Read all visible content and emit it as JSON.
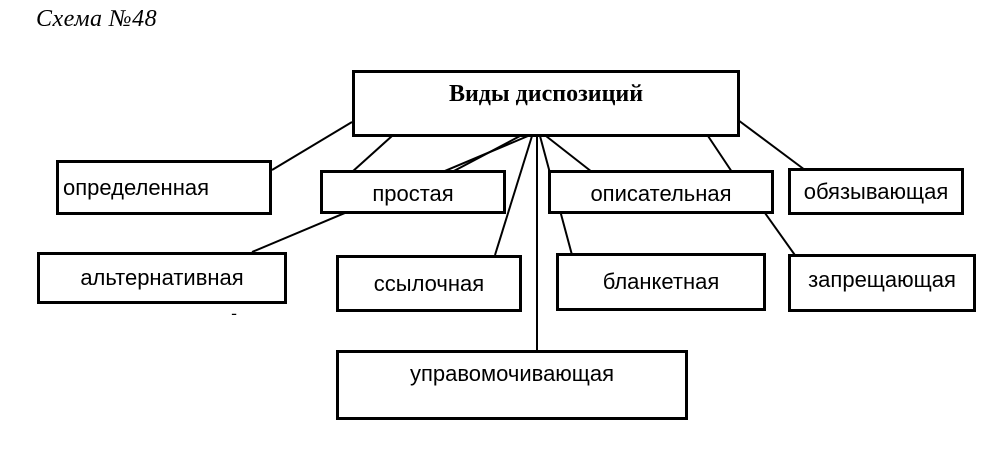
{
  "caption": "Схема  №48",
  "root": "Виды диспозиций",
  "nodes": {
    "opredelennaya": "определенная",
    "prostaya": "простая",
    "opisatelnaya": "описательная",
    "obyazyvayushchaya": "обязывающая",
    "alternativnaya": "альтернативная",
    "ssylochnaya": "ссылочная",
    "blanketnaya": "бланкетная",
    "zapreshchayushchaya": "запрещающая",
    "upravomochivayushchaya": "управомочивающая"
  },
  "stray_mark": "ـ"
}
